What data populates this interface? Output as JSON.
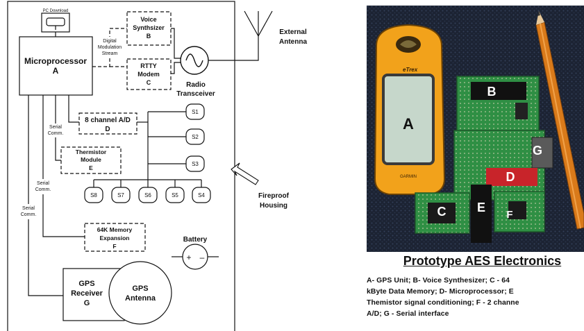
{
  "diagram": {
    "pc_download": "PC Download",
    "voice": {
      "title": "Voice",
      "line2": "Synthsizer",
      "letter": "B"
    },
    "modulation": {
      "line1": "Digital",
      "line2": "Modulation",
      "line3": "Stream"
    },
    "rtty": {
      "title": "RTTY",
      "line2": "Modem",
      "letter": "C"
    },
    "microprocessor": {
      "title": "Microprocessor",
      "letter": "A"
    },
    "radio": {
      "line1": "Radio",
      "line2": "Transceiver"
    },
    "antenna": {
      "line1": "External",
      "line2": "Antenna"
    },
    "adc": {
      "title": "8 channel A/D",
      "letter": "D"
    },
    "sensors": [
      "S1",
      "S2",
      "S3",
      "S8",
      "S7",
      "S6",
      "S5",
      "S4"
    ],
    "serial_comm_1": {
      "line1": "Serial",
      "line2": "Comm."
    },
    "serial_comm_2": {
      "line1": "Serial",
      "line2": "Comm."
    },
    "serial_comm_3": {
      "line1": "Serial",
      "line2": "Comm."
    },
    "thermistor": {
      "title": "Thermistor",
      "line2": "Module",
      "letter": "E"
    },
    "housing": {
      "line1": "Fireproof",
      "line2": "Housing"
    },
    "memory": {
      "title": "64K Memory",
      "line2": "Expansion",
      "letter": "F"
    },
    "battery": {
      "title": "Battery",
      "plus": "+",
      "minus": "–"
    },
    "gps_receiver": {
      "line1": "GPS",
      "line2": "Receiver",
      "letter": "G"
    },
    "gps_antenna": {
      "line1": "GPS",
      "line2": "Antenna"
    }
  },
  "photo": {
    "gps_label": "A",
    "board_labels": [
      "B",
      "G",
      "D",
      "E",
      "C",
      "F"
    ],
    "device_brand": "eTrex",
    "device_maker": "GARMIN",
    "colors": {
      "background": "#1c2333",
      "gps_body": "#f2a21b",
      "gps_screen": "#c6d7cb",
      "board": "#2f8f44",
      "pencil": "#d97a1a"
    }
  },
  "caption": {
    "title": "Prototype AES Electronics",
    "lines": [
      "A- GPS Unit; B- Voice Synthesizer; C - 64",
      "kByte Data Memory; D- Microprocessor;  E",
      "Themistor signal conditioning; F - 2 channe",
      "A/D; G - Serial interface"
    ]
  }
}
